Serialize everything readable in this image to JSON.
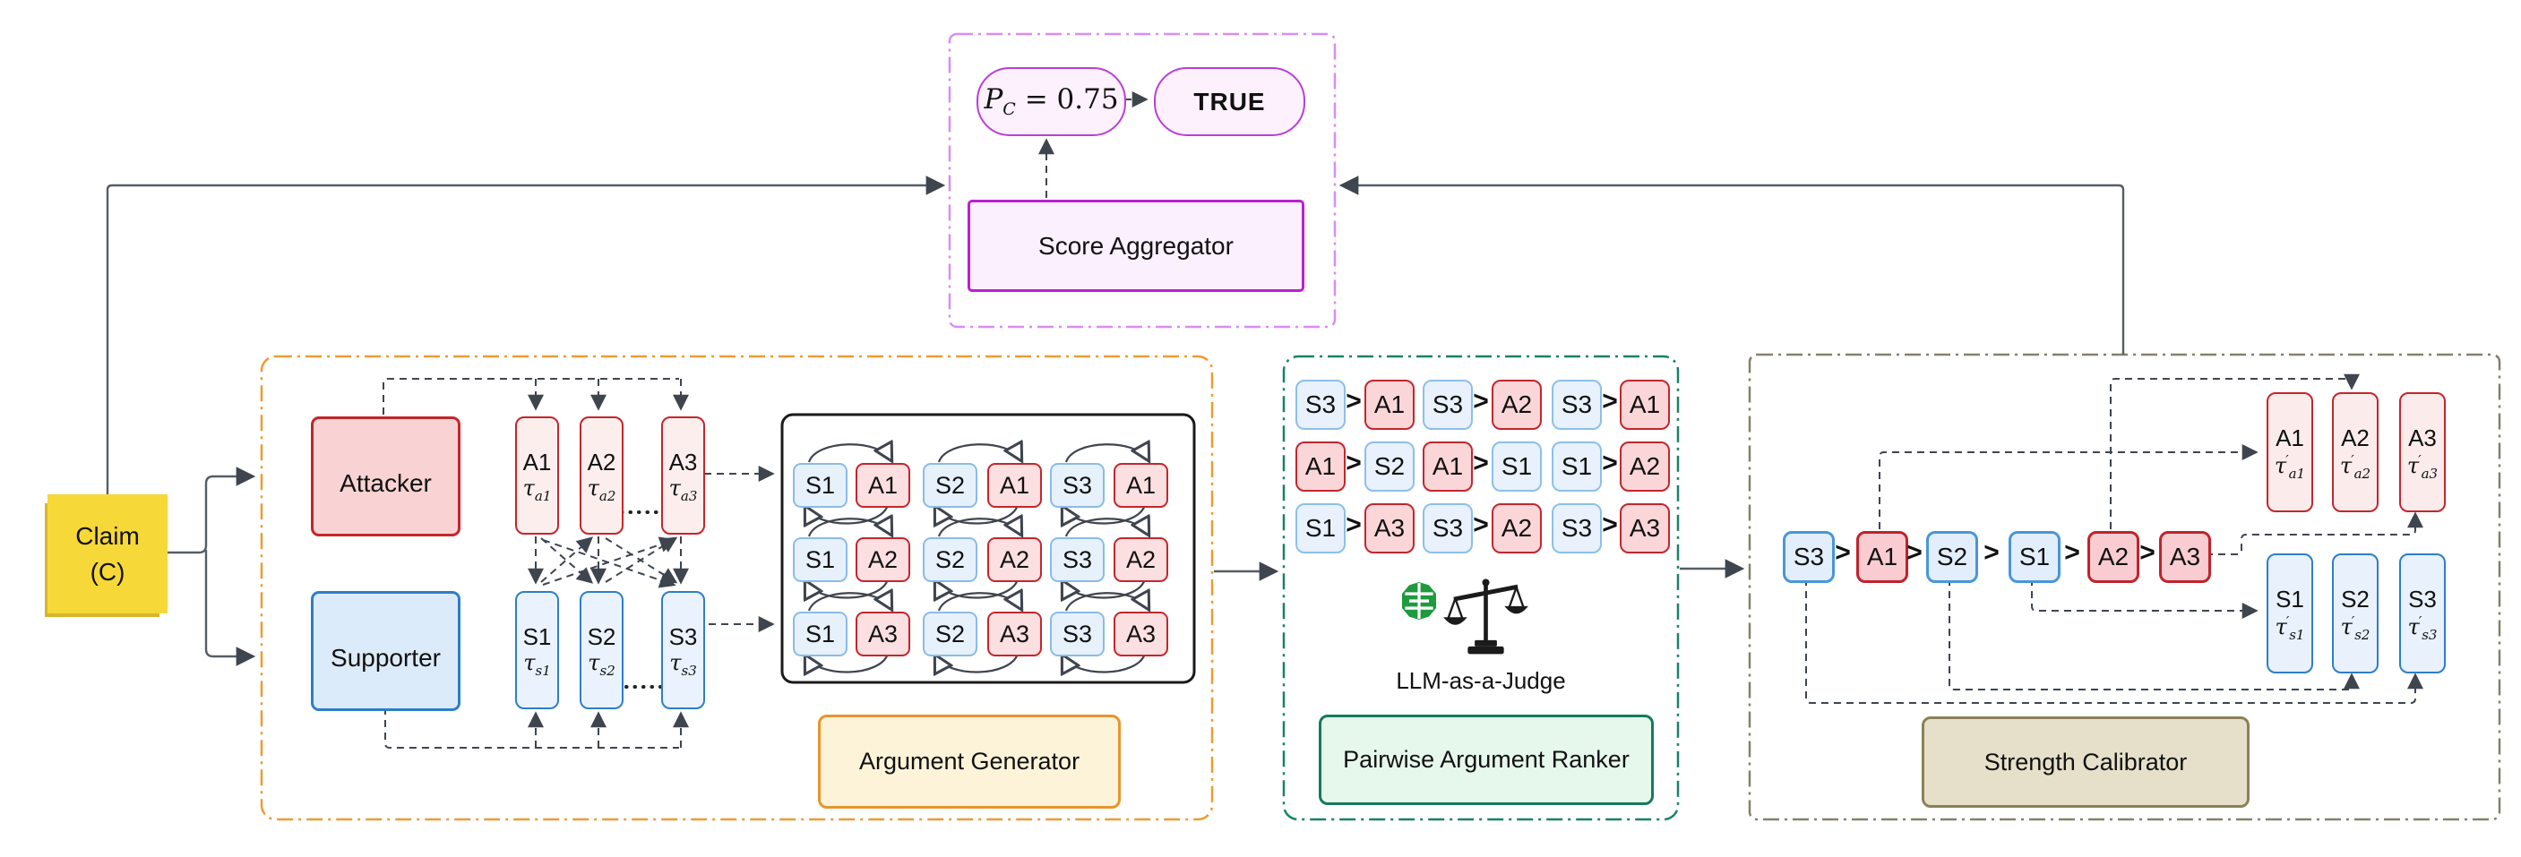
{
  "claim": {
    "line1": "Claim",
    "line2": "(C)"
  },
  "aggregator": {
    "label": "Score Aggregator",
    "pc": {
      "sym": "P",
      "sub": "C",
      "value": " = 0.75"
    },
    "true_label": "TRUE"
  },
  "generator": {
    "label": "Argument Generator",
    "attacker": "Attacker",
    "supporter": "Supporter",
    "a_pills": [
      {
        "name": "A1",
        "tau": "τ",
        "sub": "a1"
      },
      {
        "name": "A2",
        "tau": "τ",
        "sub": "a2"
      },
      {
        "name": "A3",
        "tau": "τ",
        "sub": "a3"
      }
    ],
    "s_pills": [
      {
        "name": "S1",
        "tau": "τ",
        "sub": "s1"
      },
      {
        "name": "S2",
        "tau": "τ",
        "sub": "s2"
      },
      {
        "name": "S3",
        "tau": "τ",
        "sub": "s3"
      }
    ],
    "grid": [
      {
        "s": "S1",
        "a": "A1"
      },
      {
        "s": "S2",
        "a": "A1"
      },
      {
        "s": "S3",
        "a": "A1"
      },
      {
        "s": "S1",
        "a": "A2"
      },
      {
        "s": "S2",
        "a": "A2"
      },
      {
        "s": "S3",
        "a": "A2"
      },
      {
        "s": "S1",
        "a": "A3"
      },
      {
        "s": "S2",
        "a": "A3"
      },
      {
        "s": "S3",
        "a": "A3"
      }
    ]
  },
  "ranker": {
    "label": "Pairwise Argument Ranker",
    "judge": "LLM-as-a-Judge",
    "gt": ">",
    "pairs": [
      {
        "l": "S3",
        "r": "A1"
      },
      {
        "l": "S3",
        "r": "A2"
      },
      {
        "l": "S3",
        "r": "A1"
      },
      {
        "l": "A1",
        "r": "S2"
      },
      {
        "l": "A1",
        "r": "S1"
      },
      {
        "l": "S1",
        "r": "A2"
      },
      {
        "l": "S1",
        "r": "A3"
      },
      {
        "l": "S3",
        "r": "A2"
      },
      {
        "l": "S3",
        "r": "A3"
      }
    ]
  },
  "calibrator": {
    "label": "Strength Calibrator",
    "gt": ">",
    "chain": [
      "S3",
      "A1",
      "S2",
      "S1",
      "A2",
      "A3"
    ],
    "a_out": [
      {
        "name": "A1",
        "tau": "τ",
        "prime": "′",
        "sub": "a1"
      },
      {
        "name": "A2",
        "tau": "τ",
        "prime": "′",
        "sub": "a2"
      },
      {
        "name": "A3",
        "tau": "τ",
        "prime": "′",
        "sub": "a3"
      }
    ],
    "s_out": [
      {
        "name": "S1",
        "tau": "τ",
        "prime": "′",
        "sub": "s1"
      },
      {
        "name": "S2",
        "tau": "τ",
        "prime": "′",
        "sub": "s2"
      },
      {
        "name": "S3",
        "tau": "τ",
        "prime": "′",
        "sub": "s3"
      }
    ]
  },
  "colors": {
    "attack_red": "#c4262b",
    "support_blue": "#2e7ec9",
    "claim_yellow": "#f6d838",
    "aggregator_purple": "#bb1fd2",
    "generator_orange": "#e8942f",
    "ranker_green": "#157a5f",
    "calibrator_tan": "#8a8158",
    "arrow_gray": "#3f454f"
  }
}
